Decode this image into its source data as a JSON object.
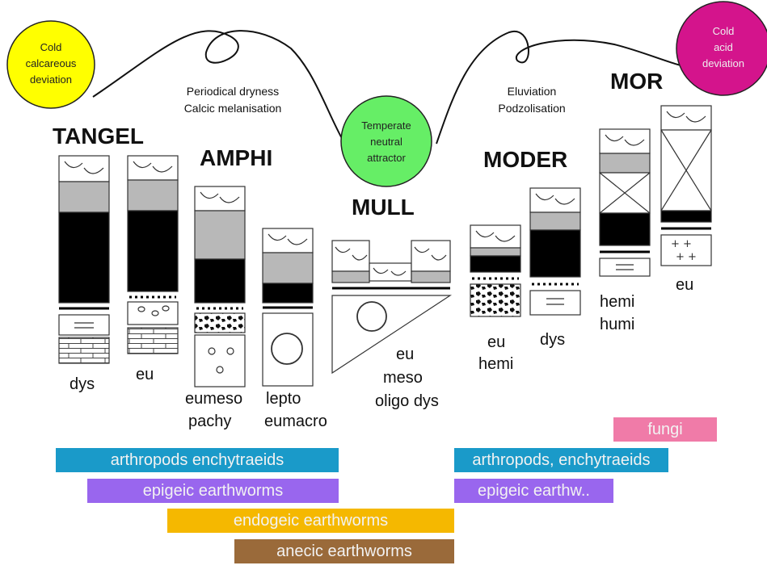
{
  "circles": {
    "cold_calcareous": {
      "line1": "Cold",
      "line2": "calcareous",
      "line3": "deviation",
      "color": "#ffff00"
    },
    "temperate": {
      "line1": "Temperate",
      "line2": "neutral",
      "line3": "attractor",
      "color": "#66ee66"
    },
    "cold_acid": {
      "line1": "Cold",
      "line2": "acid",
      "line3": "deviation",
      "color": "#d4148c"
    }
  },
  "processes": {
    "left": {
      "line1": "Periodical dryness",
      "line2": "Calcic melanisation"
    },
    "right": {
      "line1": "Eluviation",
      "line2": "Podzolisation"
    }
  },
  "humus_forms": {
    "tangel": "TANGEL",
    "amphi": "AMPHI",
    "mull": "MULL",
    "moder": "MODER",
    "mor": "MOR"
  },
  "subtypes": {
    "tangel_dys": "dys",
    "tangel_eu": "eu",
    "amphi_1_a": "eumeso",
    "amphi_1_b": "pachy",
    "amphi_2_a": "lepto",
    "amphi_2_b": "eumacro",
    "mull_a": "eu",
    "mull_b": "meso",
    "mull_c": "oligo dys",
    "moder_1_a": "eu",
    "moder_1_b": "hemi",
    "moder_2": "dys",
    "mor_1_a": "hemi",
    "mor_1_b": "humi",
    "mor_2": "eu"
  },
  "organism_bars": [
    {
      "key": "fungi",
      "label": "fungi",
      "color": "#f07ba8"
    },
    {
      "key": "arthropods_left",
      "label": "arthropods enchytraeids",
      "color": "#1a9ac9"
    },
    {
      "key": "arthropods_right",
      "label": "arthropods, enchytraeids",
      "color": "#1a9ac9"
    },
    {
      "key": "epigeic_left",
      "label": "epigeic earthworms",
      "color": "#9966ee"
    },
    {
      "key": "epigeic_right",
      "label": "epigeic earthw..",
      "color": "#9966ee"
    },
    {
      "key": "endogeic",
      "label": "endogeic earthworms",
      "color": "#f5b800"
    },
    {
      "key": "anecic",
      "label": "anecic earthworms",
      "color": "#9a6a3a"
    }
  ]
}
